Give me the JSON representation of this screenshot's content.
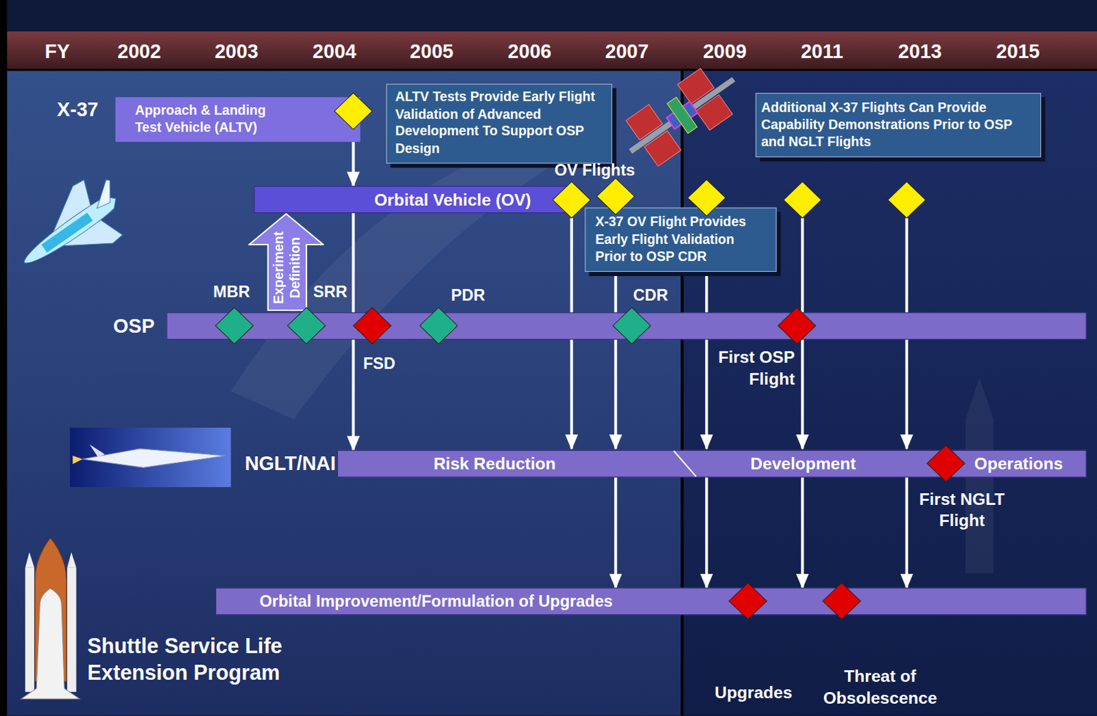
{
  "diagram": {
    "nodes": [
      {
        "text": [
          "Approach & Landing Test Vehicle (ALTV)"
        ]
      },
      {
        "text": [
          "ALTV Tests Provide Early Flight Validation of Advanced Development To Support OSP Design"
        ]
      },
      {
        "text": [
          "Additional X-37 Flights Can Provide Capability Demonstrations Prior to OSP and NGLT Flights"
        ]
      },
      {
        "text": [
          "Orbital Vehicle (OV)"
        ]
      },
      {
        "text": [
          "X-37 OV Flight Provides Early Flight Validation Prior to OSP CDR"
        ]
      },
      {
        "text": [
          "Experiment Definition"
        ]
      },
      {
        "text": [
          "OSP"
        ]
      },
      {
        "text": [
          "NGLT/NAI",
          "Risk Reduction",
          "Development",
          "Operations"
        ]
      },
      {
        "text": [
          "Orbital Improvement/Formulation of Upgrades"
        ]
      }
    ],
    "edges": [
      {
        "from": 0,
        "to": 3,
        "arrow": "to"
      },
      {
        "from": 3,
        "to": 7,
        "arrow": "to"
      },
      {
        "from": 7,
        "to": 8,
        "arrow": "to"
      },
      {
        "from": 7,
        "to": 8,
        "arrow": "to"
      },
      {
        "from": 7,
        "to": 8,
        "arrow": "to"
      },
      {
        "from": 7,
        "to": 8,
        "arrow": "to"
      }
    ],
    "labels": [
      "FY",
      "2002",
      "2003",
      "2004",
      "2005",
      "2006",
      "2007",
      "2009",
      "2011",
      "2013",
      "2015",
      "X-37",
      "OV Flights",
      "MBR",
      "SRR",
      "PDR",
      "CDR",
      "FSD",
      "First OSP Flight",
      "First NGLT Flight",
      "Shuttle Service Life Extension Program",
      "Upgrades",
      "Threat of Obsolescence"
    ]
  }
}
